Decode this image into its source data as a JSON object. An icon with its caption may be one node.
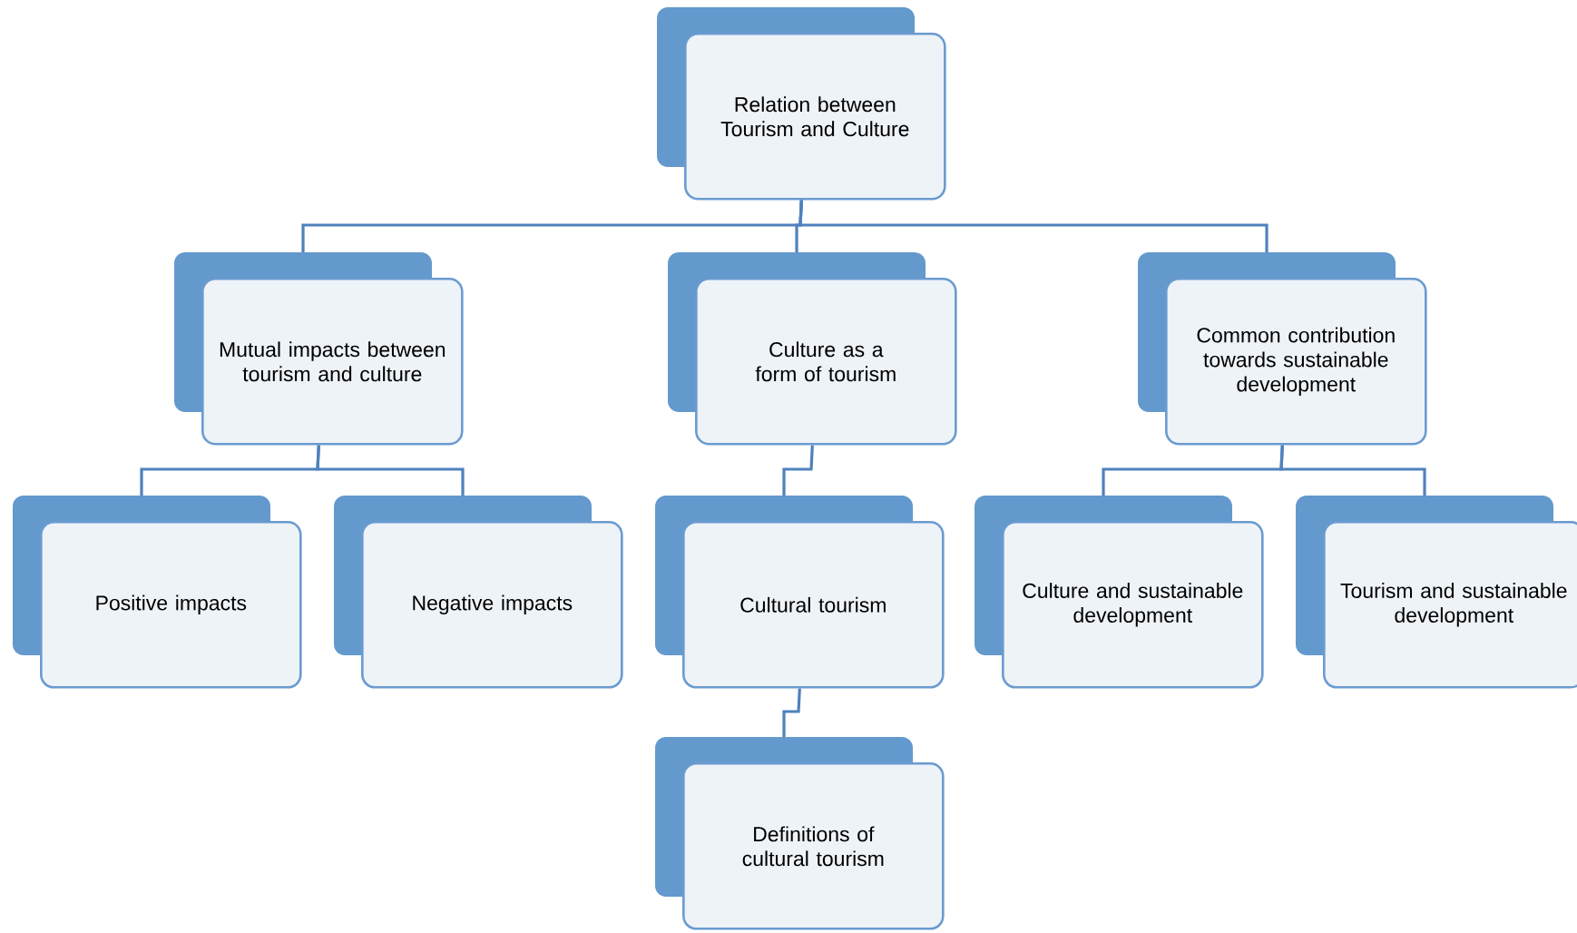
{
  "diagram": {
    "nodes": [
      {
        "text": [
          "Relation between Tourism and Culture"
        ]
      },
      {
        "text": [
          "Mutual impacts between tourism and culture"
        ]
      },
      {
        "text": [
          "Culture as a form of tourism"
        ]
      },
      {
        "text": [
          "Common contribution towards sustainable development"
        ]
      },
      {
        "text": [
          "Positive impacts"
        ]
      },
      {
        "text": [
          "Negative impacts"
        ]
      },
      {
        "text": [
          "Cultural tourism"
        ]
      },
      {
        "text": [
          "Culture and sustainable development"
        ]
      },
      {
        "text": [
          "Tourism and sustainable development"
        ]
      },
      {
        "text": [
          "Definitions of cultural tourism"
        ]
      }
    ],
    "edges": [
      {
        "from": 0,
        "to": 1,
        "arrow": "none"
      },
      {
        "from": 0,
        "to": 2,
        "arrow": "none"
      },
      {
        "from": 0,
        "to": 3,
        "arrow": "none"
      },
      {
        "from": 1,
        "to": 4,
        "arrow": "none"
      },
      {
        "from": 1,
        "to": 5,
        "arrow": "none"
      },
      {
        "from": 2,
        "to": 6,
        "arrow": "none"
      },
      {
        "from": 3,
        "to": 7,
        "arrow": "none"
      },
      {
        "from": 3,
        "to": 8,
        "arrow": "none"
      },
      {
        "from": 6,
        "to": 9,
        "arrow": "none"
      }
    ]
  }
}
